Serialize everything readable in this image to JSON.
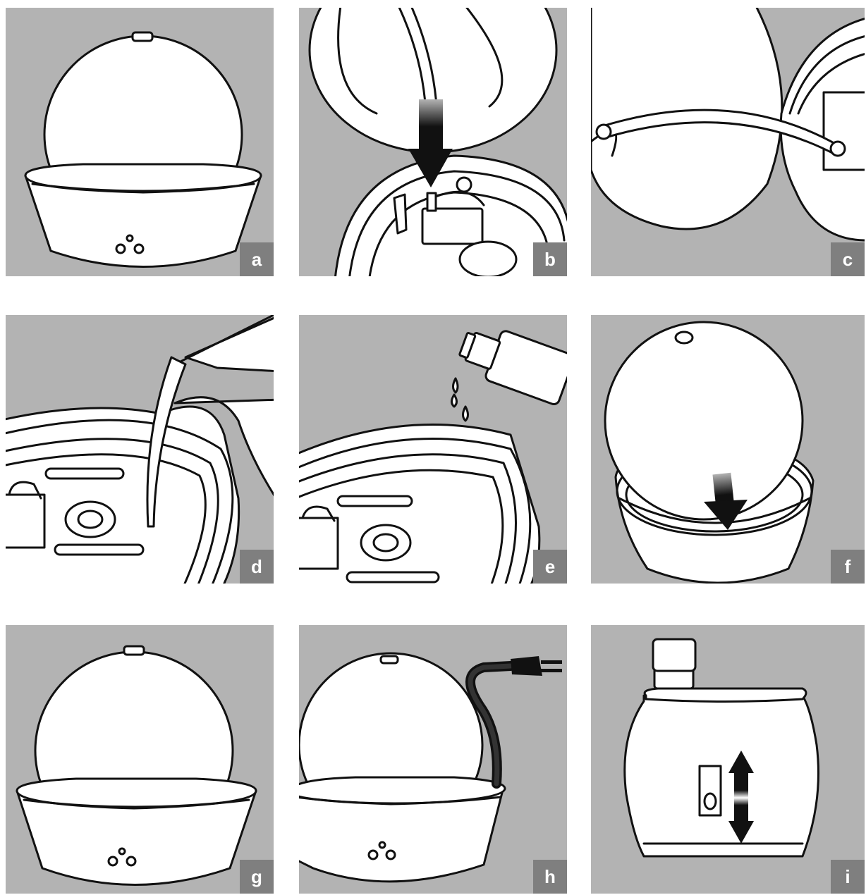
{
  "panels": [
    {
      "id": "a",
      "label": "a",
      "depicts": "assembled-fountain"
    },
    {
      "id": "b",
      "label": "b",
      "depicts": "tube-inserted-into-pump"
    },
    {
      "id": "c",
      "label": "c",
      "depicts": "tube-through-sphere"
    },
    {
      "id": "d",
      "label": "d",
      "depicts": "pour-water-into-basin"
    },
    {
      "id": "e",
      "label": "e",
      "depicts": "add-drops-from-bottle"
    },
    {
      "id": "f",
      "label": "f",
      "depicts": "place-sphere-on-basin"
    },
    {
      "id": "g",
      "label": "g",
      "depicts": "assembled-fountain"
    },
    {
      "id": "h",
      "label": "h",
      "depicts": "plug-in-power-cord"
    },
    {
      "id": "i",
      "label": "i",
      "depicts": "pump-flow-adjuster"
    }
  ],
  "colors": {
    "panel_bg": "#b3b3b3",
    "badge_bg": "#7f7f7f",
    "badge_text": "#ffffff",
    "line": "#111111",
    "fill": "#ffffff"
  }
}
